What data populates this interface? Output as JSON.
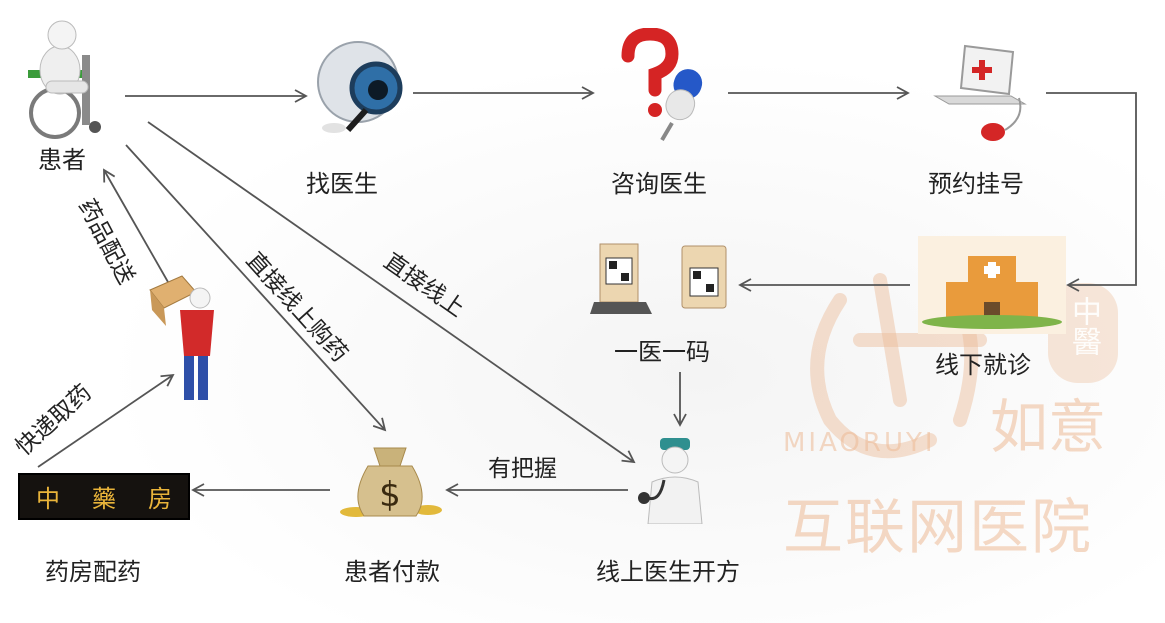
{
  "nodes": {
    "patient": "患者",
    "find_doctor": "找医生",
    "consult_doctor": "咨询医生",
    "appointment": "预约挂号",
    "offline_visit": "线下就诊",
    "one_doctor_one_code": "一医一码",
    "online_prescription": "线上医生开方",
    "patient_payment": "患者付款",
    "pharmacy_dispense": "药房配药"
  },
  "edge_labels": {
    "drug_delivery": "药品配送",
    "direct_online_purchase": "直接线上购药",
    "direct_online": "直接线上",
    "confident": "有把握",
    "express_pickup": "快递取药"
  },
  "pharmacy_sign": [
    "中",
    "藥",
    "房"
  ],
  "watermark": {
    "brand_en": "MIAORUYI",
    "brand_cn": "如意",
    "subtitle": "互联网医院",
    "seal": "中醫"
  },
  "colors": {
    "arrow": "#555555",
    "watermark": "#f0c6a8",
    "sign_text": "#e9b43a"
  }
}
